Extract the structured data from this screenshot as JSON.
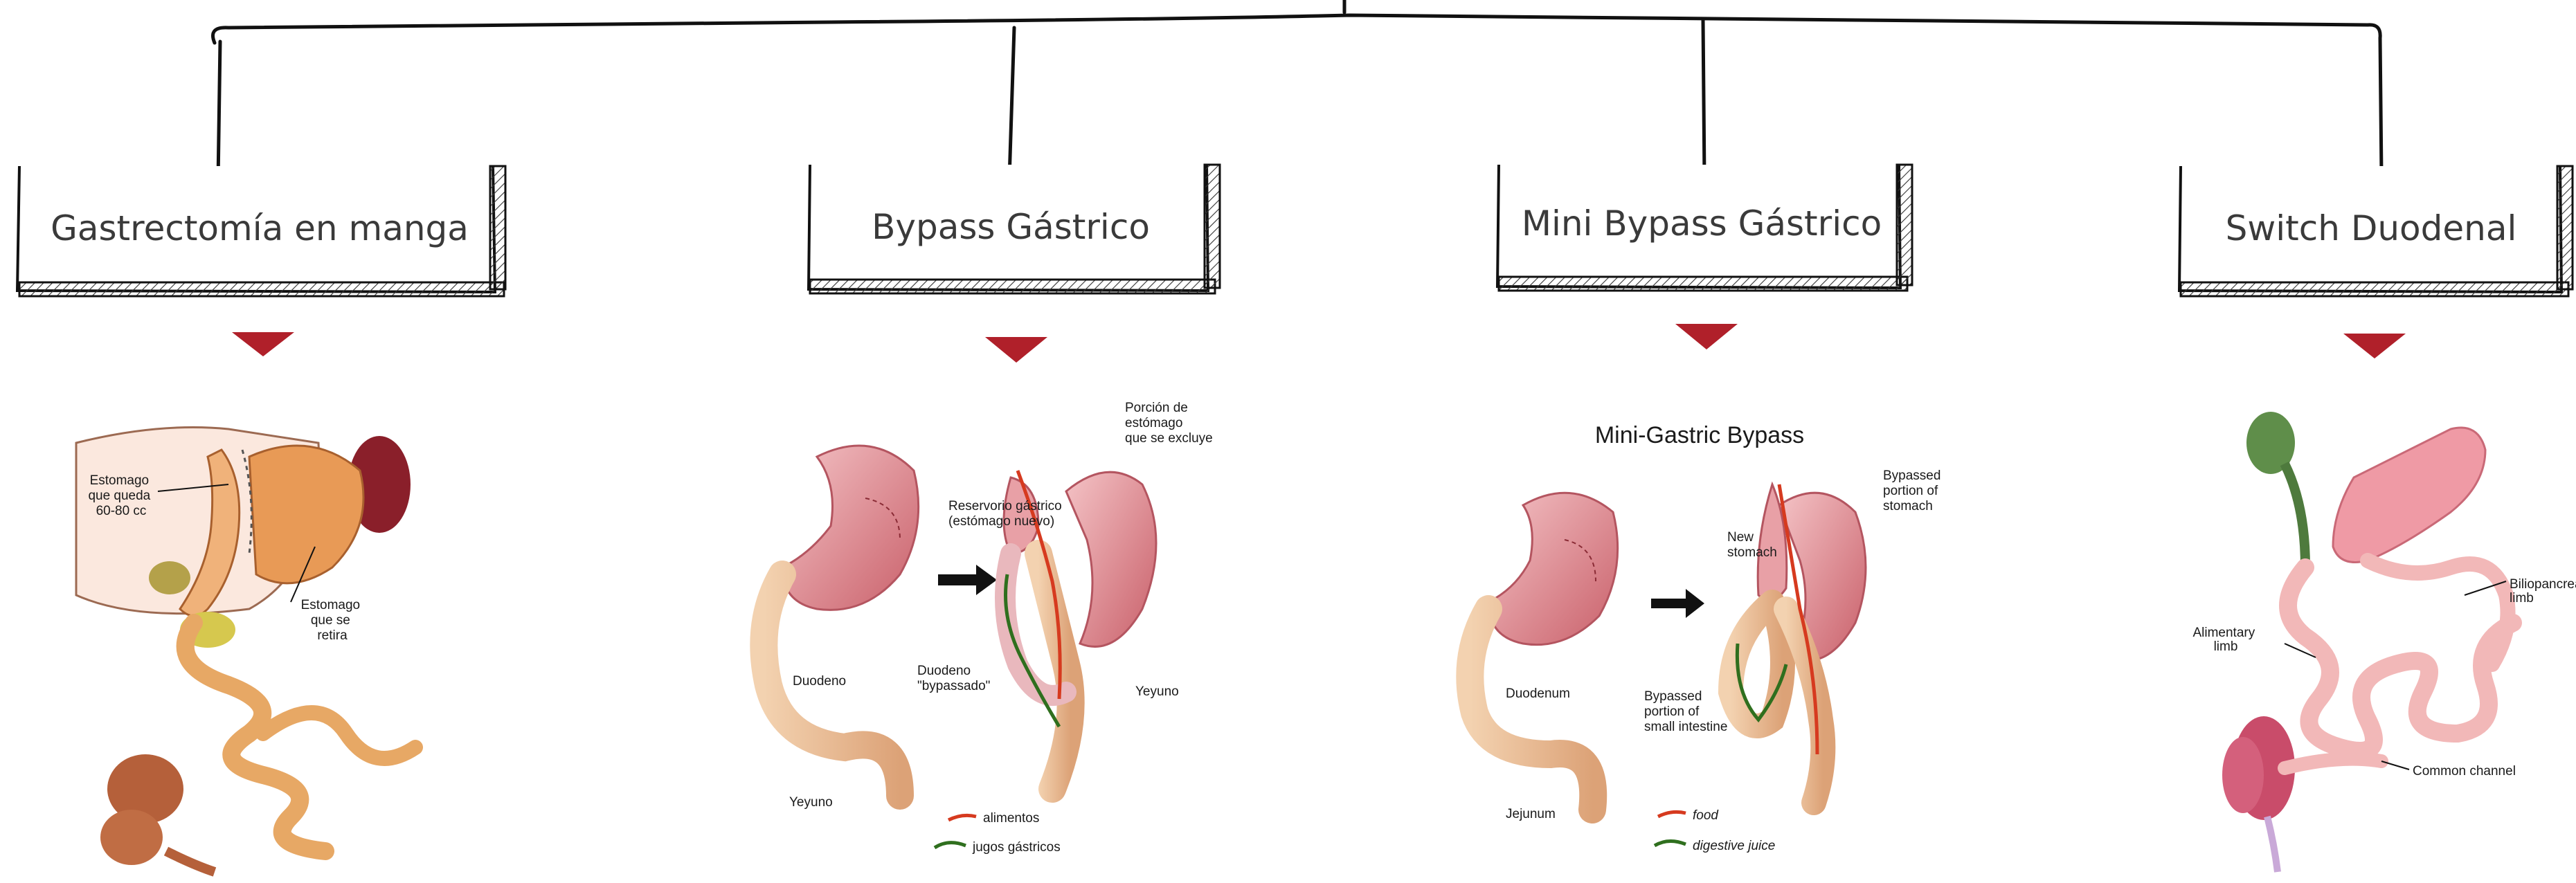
{
  "categories": [
    {
      "title": "Gastrectomía en manga"
    },
    {
      "title": "Bypass Gástrico"
    },
    {
      "title": "Mini Bypass Gástrico"
    },
    {
      "title": "Switch Duodenal"
    }
  ],
  "sleeve": {
    "label_remaining": [
      "Estomago",
      "que queda",
      "60-80 cc"
    ],
    "label_removed": [
      "Estomago",
      "que se",
      "retira"
    ]
  },
  "bypass": {
    "excluded_label": [
      "Porción de",
      "estómago",
      "que se excluye"
    ],
    "pouch_label": [
      "Reservorio gástrico",
      "(estómago nuevo)"
    ],
    "duodeno_label": "Duodeno",
    "bypassed_duodeno_label": [
      "Duodeno",
      "\"bypassado\""
    ],
    "yeyuno_label_left": "Yeyuno",
    "yeyuno_label_right": "Yeyuno",
    "legend_food": "alimentos",
    "legend_juice": "jugos gástricos"
  },
  "mini": {
    "title": "Mini-Gastric Bypass",
    "bypassed_stomach_label": [
      "Bypassed",
      "portion of",
      "stomach"
    ],
    "new_stomach_label": [
      "New",
      "stomach"
    ],
    "duodenum_label": "Duodenum",
    "bypassed_intestine_label": [
      "Bypassed",
      "portion of",
      "small intestine"
    ],
    "jejunum_label": "Jejunum",
    "legend_food": "food",
    "legend_juice": "digestive juice"
  },
  "switch": {
    "bilio_label": [
      "Biliopancreatic",
      "limb"
    ],
    "alimentary_label": [
      "Alimentary",
      "limb"
    ],
    "common_label": "Common channel"
  },
  "colors": {
    "line": "#111111",
    "marker": "#b0202a",
    "stomach": "#d9727a",
    "intestine": "#e7b48a",
    "food_arrow": "#d63a1f",
    "juice_arrow": "#2f6f1e"
  }
}
